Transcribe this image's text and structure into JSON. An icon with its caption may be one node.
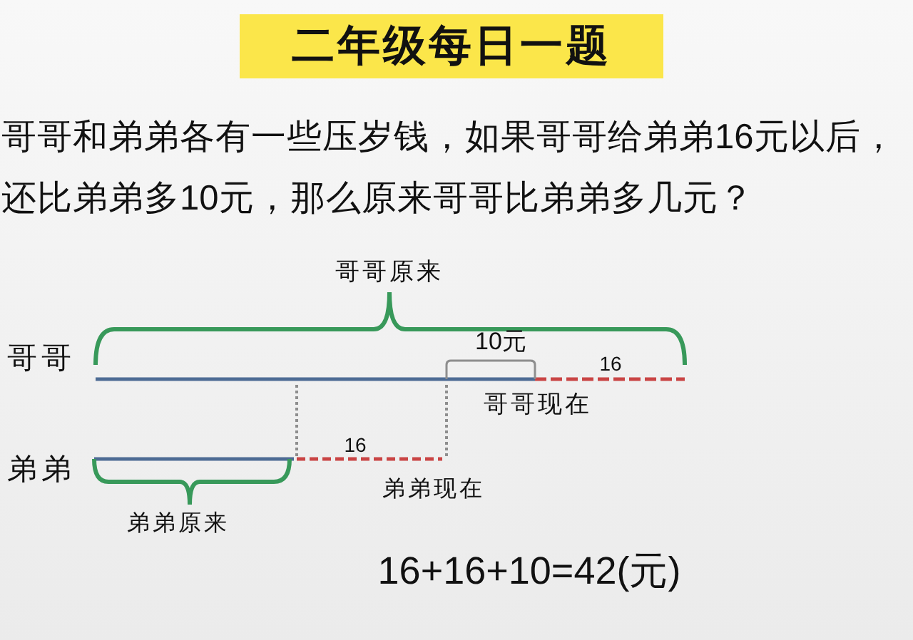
{
  "diagram": {
    "title": "二年级每日一题",
    "labels": [
      "哥哥和弟弟各有一些压岁钱，如果哥哥给弟弟16元以后，还比弟弟多10元，那么原来哥哥比弟弟多几元？",
      "哥哥原来",
      "10元",
      "哥哥",
      "16",
      "哥哥现在",
      "16",
      "弟弟",
      "弟弟现在",
      "弟弟原来",
      "16+16+10=42(元)"
    ]
  }
}
